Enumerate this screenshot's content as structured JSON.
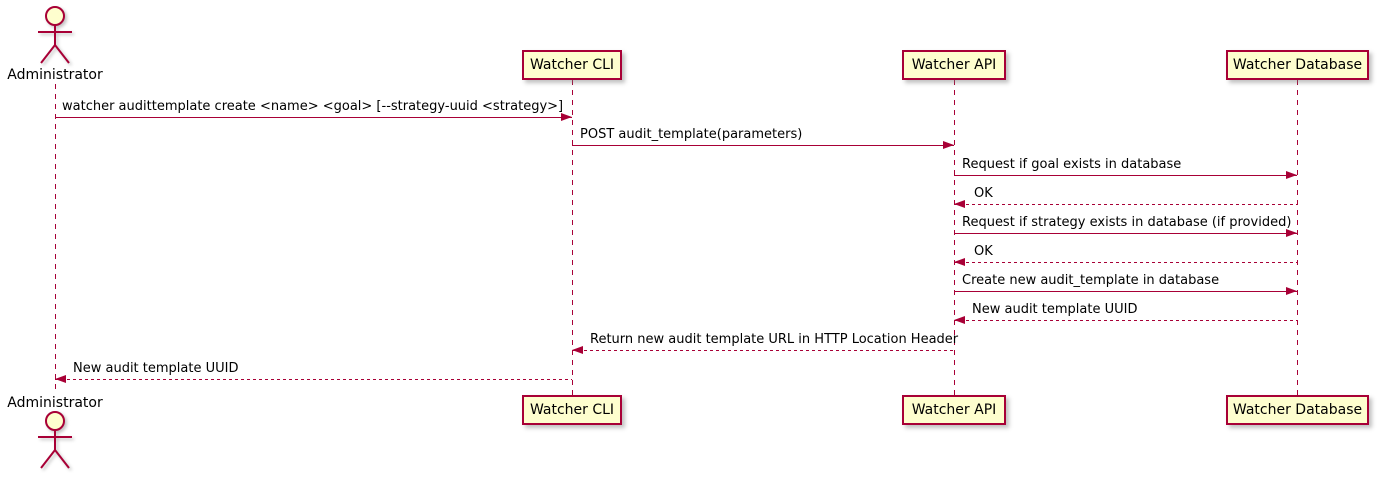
{
  "diagram": {
    "type": "uml-sequence-diagram",
    "colors": {
      "accent": "#A80036",
      "participant_fill": "#FEFECE",
      "text": "#000000",
      "background": "#FFFFFF"
    },
    "actor": {
      "name": "Administrator"
    },
    "participants": [
      {
        "label": "Watcher CLI"
      },
      {
        "label": "Watcher API"
      },
      {
        "label": "Watcher Database"
      }
    ],
    "messages": [
      {
        "from": "Administrator",
        "to": "Watcher CLI",
        "style": "solid",
        "text": "watcher audittemplate create <name> <goal> [--strategy-uuid <strategy>]"
      },
      {
        "from": "Watcher CLI",
        "to": "Watcher API",
        "style": "solid",
        "text": "POST audit_template(parameters)"
      },
      {
        "from": "Watcher API",
        "to": "Watcher Database",
        "style": "solid",
        "text": "Request if goal exists in database"
      },
      {
        "from": "Watcher Database",
        "to": "Watcher API",
        "style": "dashed",
        "text": "OK"
      },
      {
        "from": "Watcher API",
        "to": "Watcher Database",
        "style": "solid",
        "text": "Request if strategy exists in database (if provided)"
      },
      {
        "from": "Watcher Database",
        "to": "Watcher API",
        "style": "dashed",
        "text": "OK"
      },
      {
        "from": "Watcher API",
        "to": "Watcher Database",
        "style": "solid",
        "text": "Create new audit_template in database"
      },
      {
        "from": "Watcher Database",
        "to": "Watcher API",
        "style": "dashed",
        "text": "New audit template UUID"
      },
      {
        "from": "Watcher API",
        "to": "Watcher CLI",
        "style": "dashed",
        "text": "Return new audit template URL in HTTP Location Header"
      },
      {
        "from": "Watcher CLI",
        "to": "Administrator",
        "style": "dashed",
        "text": "New audit template UUID"
      }
    ]
  }
}
